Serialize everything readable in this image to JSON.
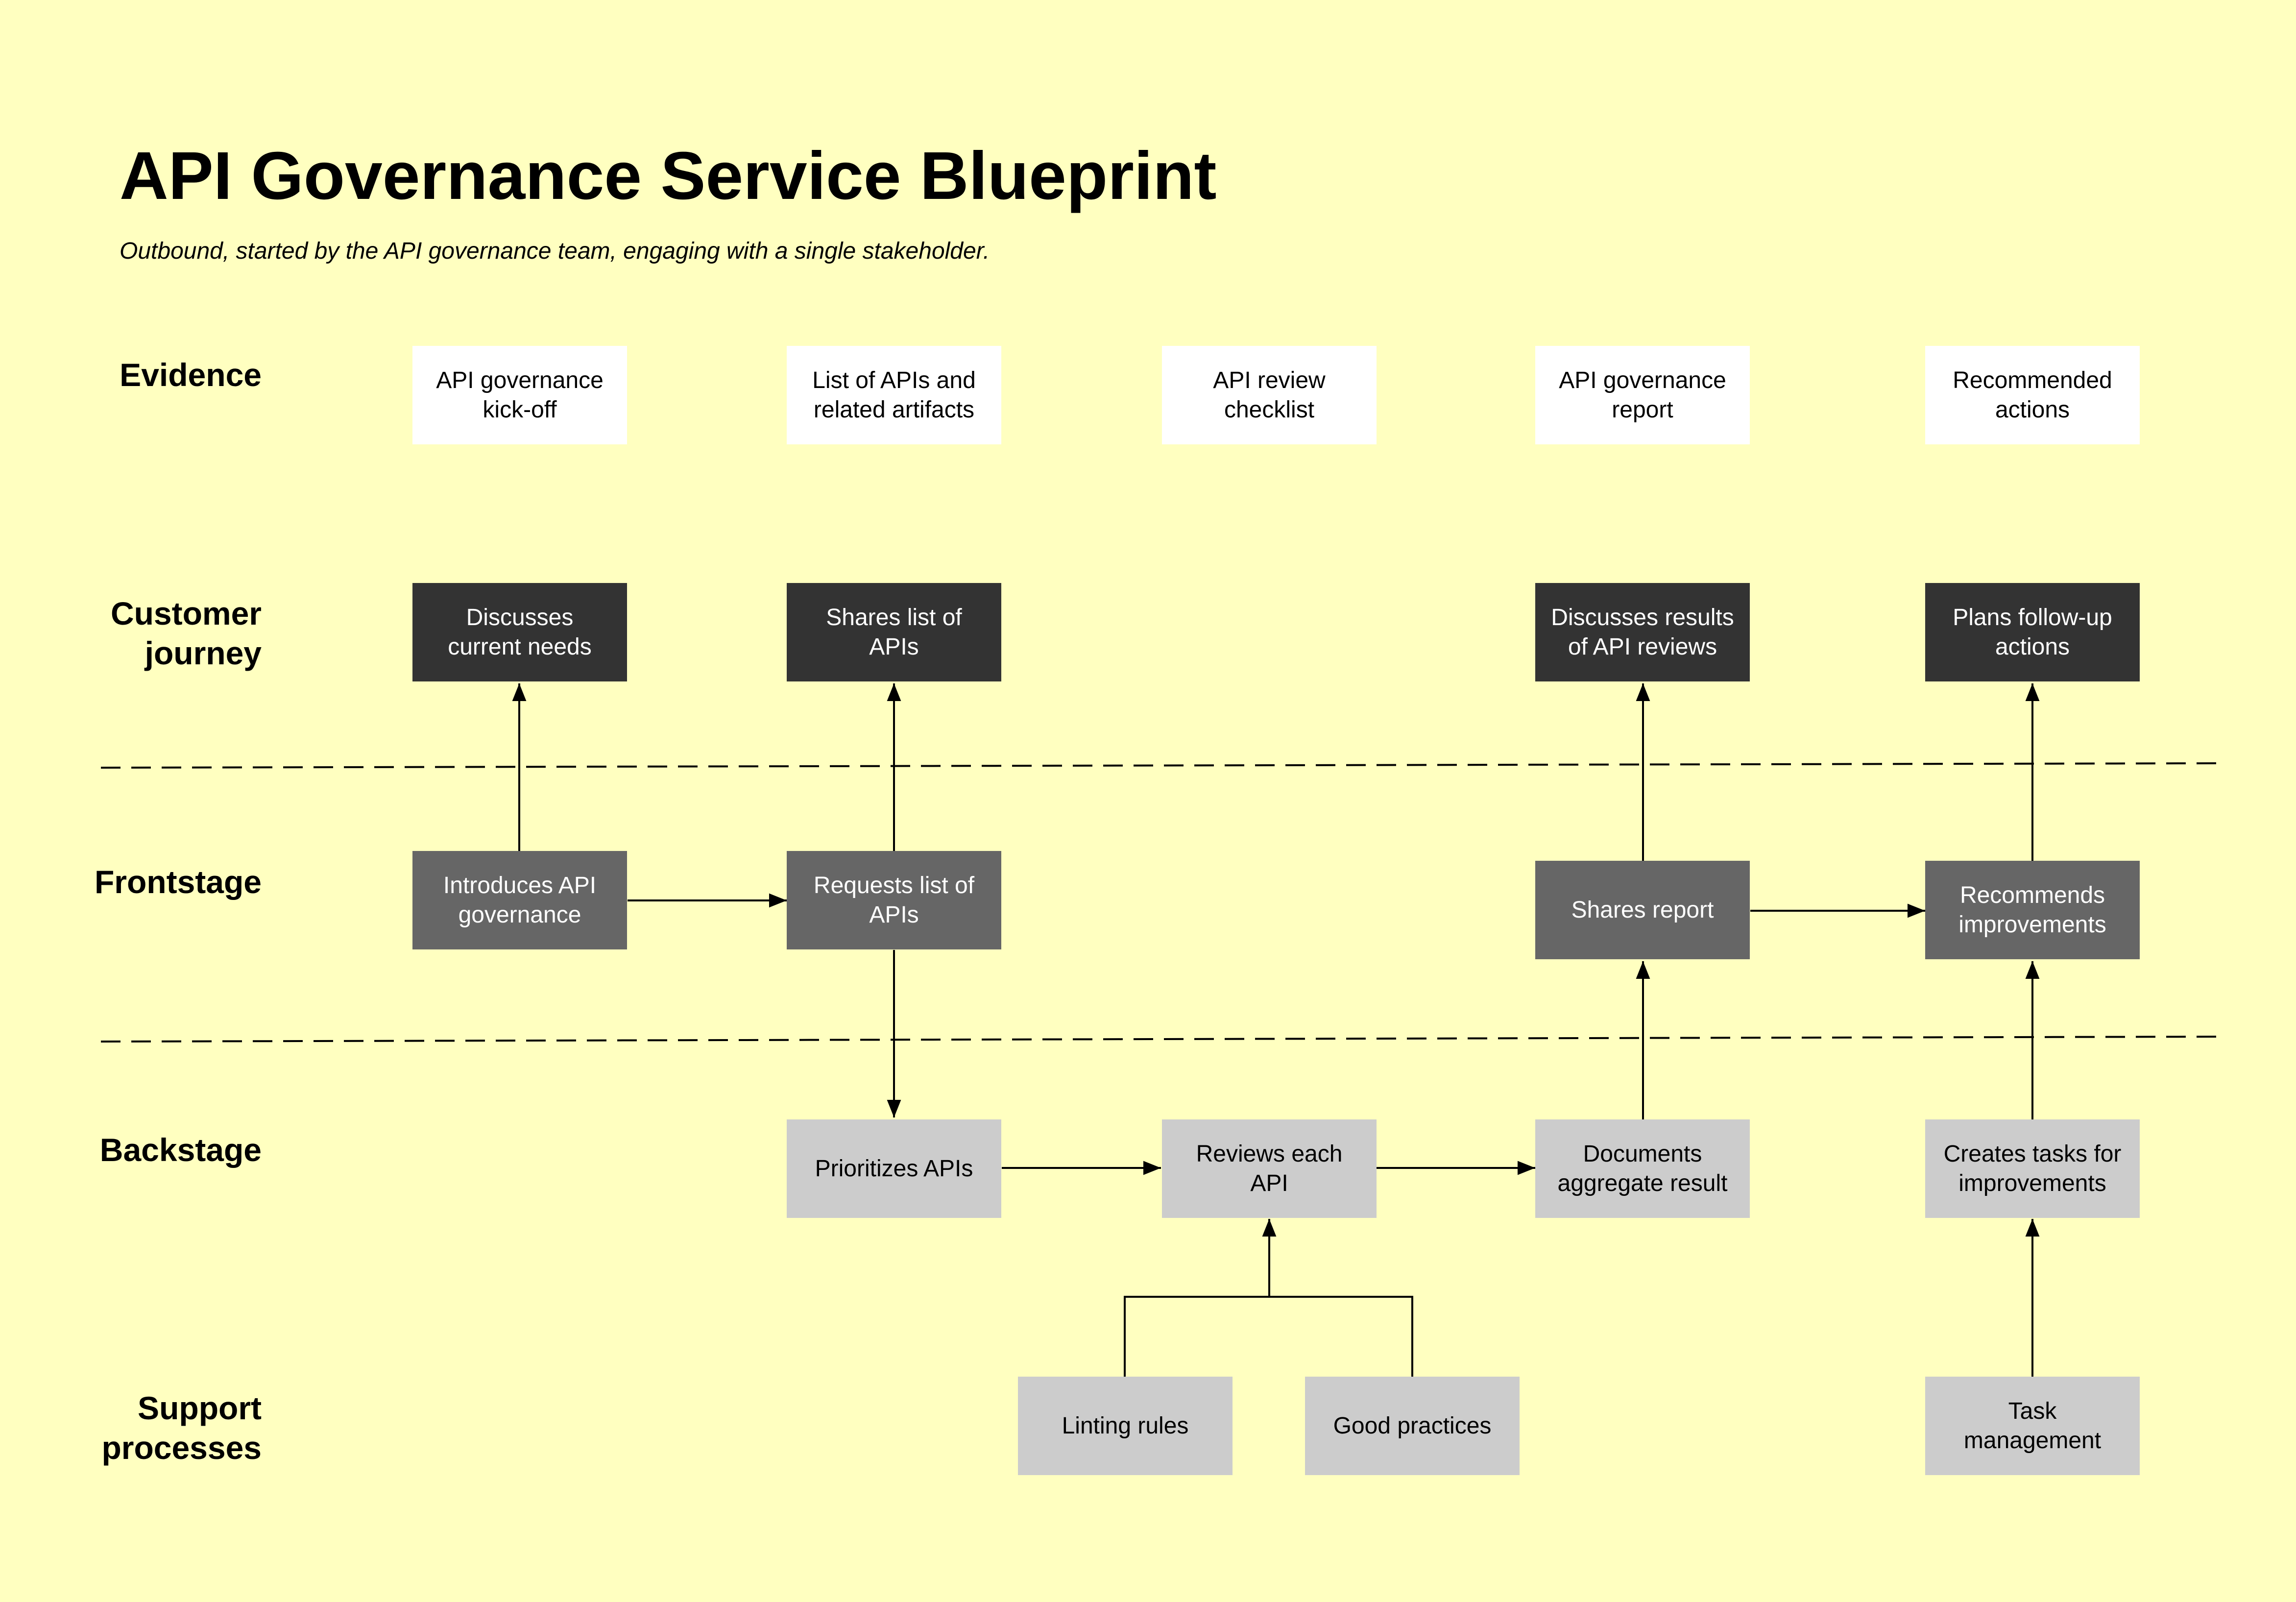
{
  "title": "API Governance Service Blueprint",
  "subtitle": "Outbound, started by the API governance team, engaging with a single stakeholder.",
  "lanes": {
    "evidence": "Evidence",
    "customer_journey_1": "Customer",
    "customer_journey_2": "journey",
    "frontstage": "Frontstage",
    "backstage": "Backstage",
    "support_1": "Support",
    "support_2": "processes"
  },
  "evidence": [
    {
      "l1": "API governance",
      "l2": "kick-off"
    },
    {
      "l1": "List of APIs and",
      "l2": "related artifacts"
    },
    {
      "l1": "API review",
      "l2": "checklist"
    },
    {
      "l1": "API governance",
      "l2": "report"
    },
    {
      "l1": "Recommended",
      "l2": "actions"
    }
  ],
  "journey": [
    {
      "l1": "Discusses",
      "l2": "current needs"
    },
    {
      "l1": "Shares list of",
      "l2": "APIs"
    },
    {
      "l1": "Discusses results",
      "l2": "of API reviews"
    },
    {
      "l1": "Plans follow-up",
      "l2": "actions"
    }
  ],
  "frontstage": [
    {
      "l1": "Introduces API",
      "l2": "governance"
    },
    {
      "l1": "Requests list of",
      "l2": "APIs"
    },
    {
      "l1": "Shares report",
      "l2": ""
    },
    {
      "l1": "Recommends",
      "l2": "improvements"
    }
  ],
  "backstage": [
    {
      "l1": "Prioritizes APIs",
      "l2": ""
    },
    {
      "l1": "Reviews each",
      "l2": "API"
    },
    {
      "l1": "Documents",
      "l2": "aggregate result"
    },
    {
      "l1": "Creates tasks for",
      "l2": "improvements"
    }
  ],
  "support": [
    {
      "l1": "Linting rules",
      "l2": ""
    },
    {
      "l1": "Good practices",
      "l2": ""
    },
    {
      "l1": "Task",
      "l2": "management"
    }
  ],
  "colors": {
    "background": "#ffffc0",
    "evidence": "#ffffff",
    "journey": "#333333",
    "frontstage": "#666666",
    "backstage": "#cccccc",
    "support": "#cccccc"
  }
}
